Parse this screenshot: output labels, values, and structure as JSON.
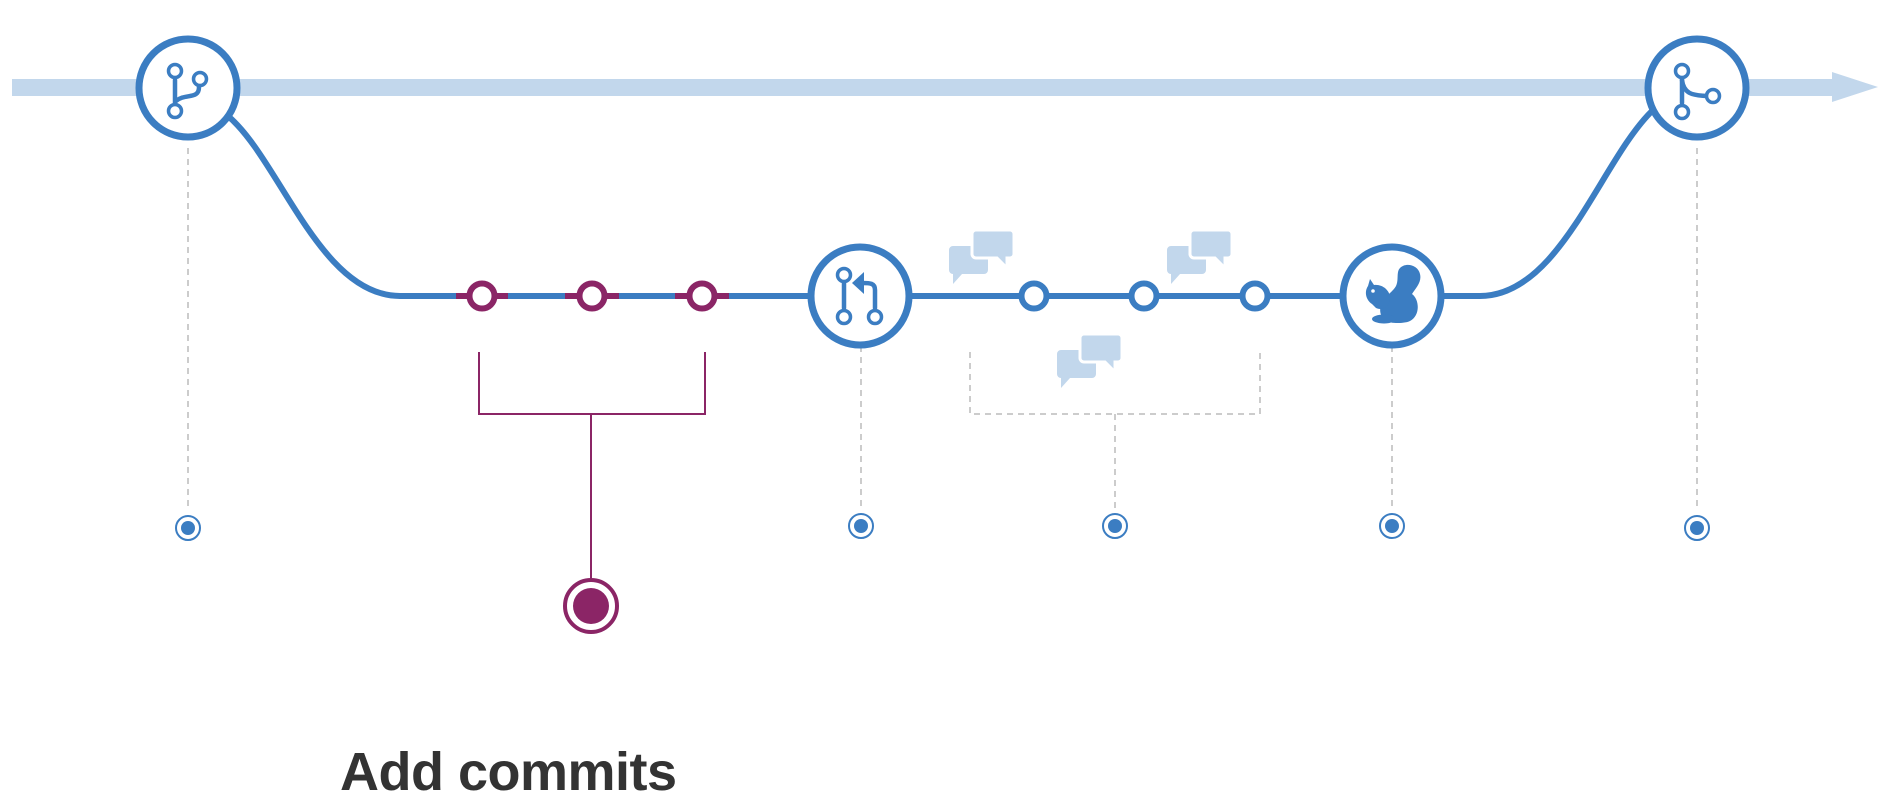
{
  "diagram": {
    "type": "github-flow",
    "active_step": "add-commits",
    "nodes": [
      {
        "id": "create-branch",
        "icon": "branch-icon",
        "marker": "step-marker"
      },
      {
        "id": "add-commits",
        "icon": "commit-icon",
        "count": 3,
        "marker": "step-marker-active"
      },
      {
        "id": "open-pull-request",
        "icon": "pull-request-icon",
        "marker": "step-marker"
      },
      {
        "id": "discuss-review",
        "icon": "comment-bubbles-icon",
        "count": 3,
        "marker": "step-marker"
      },
      {
        "id": "deploy",
        "icon": "squirrel-icon",
        "marker": "step-marker"
      },
      {
        "id": "merge",
        "icon": "merge-icon",
        "marker": "step-marker"
      }
    ],
    "colors": {
      "main_line": "#c2d7ec",
      "branch_line": "#3b7dc2",
      "active_commit": "#8b2566",
      "guide_line": "#bbbbbb",
      "text": "#333333"
    }
  },
  "step": {
    "title": "Add commits"
  }
}
